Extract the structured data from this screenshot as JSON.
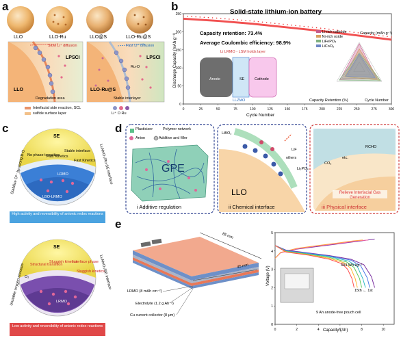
{
  "panels": {
    "a": "a",
    "b": "b",
    "c": "c",
    "d": "d",
    "e": "e"
  },
  "panel_a": {
    "spheres": [
      "LLO",
      "LLO-Ru",
      "LLO@S",
      "LLO-Ru@S"
    ],
    "left_box": {
      "label_llo": "LLO",
      "label_lpsci": "LPSCI",
      "slow_diffusion": "Slow Li⁺ diffusion",
      "caption": "Degradation area"
    },
    "right_box": {
      "label_llo": "LLO-Ru@S",
      "label_lpsci": "LPSCI",
      "fast_diffusion": "Fast Li⁺ diffusion",
      "ru_o": "Ru-O",
      "caption": "Stable interlayer"
    },
    "legend": {
      "interfacial": "Interfacial side reaction, SCL",
      "sulfide": "sulfide surface layer",
      "atoms": "Li⁺  O  Ru"
    }
  },
  "panel_b": {
    "title": "Solid-state lithium-ion battery",
    "capacity_retention": "Capacity retention: 73.4%",
    "coulombic": "Average Coulombic efficiency: 98.9%",
    "battery_label": "Li  LRMO - LSM holds layer",
    "anode": "Anode",
    "se": "SE",
    "cathode": "Cathode",
    "sublabel": "LLZMO",
    "legend": [
      "Li-rich cathode",
      "Ni-rich oxide",
      "LiFePO₄",
      "LiCoO₂"
    ],
    "radar_axes": [
      "Capacity (mAh g⁻¹)",
      "Capacity Retention (%)",
      "Cycle Number"
    ]
  },
  "chart_data": {
    "type": "line",
    "title": "Solid-state lithium-ion battery",
    "xlabel": "Cycle Number",
    "ylabel": "Discharge Capacity (mAh g⁻¹)",
    "xlim": [
      0,
      300
    ],
    "ylim": [
      0,
      250
    ],
    "x_ticks": [
      "0",
      "25",
      "50",
      "75",
      "100",
      "125",
      "150",
      "175",
      "200",
      "225",
      "250",
      "275",
      "300"
    ],
    "y_ticks": [
      "0",
      "50",
      "100",
      "150",
      "200",
      "250"
    ],
    "series": [
      {
        "x": [
          0,
          50,
          100,
          150,
          200,
          250,
          300
        ],
        "y": [
          236,
          230,
          222,
          212,
          202,
          190,
          178
        ]
      }
    ]
  },
  "panel_c": {
    "top": {
      "se": "SE",
      "fast_kinetics_1": "Fast Kinetics",
      "fast_kinetics_2": "Fast Kinetics",
      "stable": "Stable interface",
      "no_phase": "No phase transition",
      "lrmo": "LRMO",
      "bottom": "LBO-LRMO",
      "left_side": "Stabilize O²⁻ by strong B-O",
      "right_side": "Li₂MnO₃/Ru-SE interface",
      "caption": "High activity and reversibility of anionic redox reactions"
    },
    "bottom": {
      "se": "SE",
      "sluggish_1": "Sluggish kinetics",
      "sluggish_2": "Sluggish kinetics",
      "interface": "Interface phase",
      "structure": "Structural transition",
      "o2": "O₂",
      "lrmo": "LRMO",
      "left_side": "Unstable oxygen structure",
      "right_side": "Li₂MnO₃/SE interface",
      "caption": "Low activity and reversibility of anionic redox reactions"
    }
  },
  "panel_d": {
    "legend": {
      "plasticizer": "Plasticizer",
      "polymer": "Polymer network",
      "anion": "Anion",
      "additive": "Additive and filler"
    },
    "gpe": "GPE",
    "i_label": "i   Additive regulation",
    "ii": {
      "libo": "LiBO₂",
      "lif": "LiF",
      "others": "others",
      "li3po4": "Li₃PO₄",
      "llo": "LLO",
      "label": "ii   Chemical interface"
    },
    "iii": {
      "rcho": "RCHO",
      "co2": "CO₂",
      "etc": "etc.",
      "relieve": "Relieve Interfacial Gas Generation",
      "label": "iii   Physical interface"
    }
  },
  "panel_e": {
    "dim_85": "85 mm",
    "dim_45": "45 mm",
    "lrmo": "LRMO (8 mAh cm⁻²)",
    "electrolyte": "Electrolyte (1.2 g Ah⁻¹)",
    "cu": "Cu current collector (8 μm)",
    "energy": "604 Wh kg⁻¹",
    "cycles": "15th ← 1st",
    "cell": "9 Ah anode-free pouch cell",
    "xlabel": "Capacity (Ah)",
    "ylabel": "Voltage (V)",
    "x_ticks": [
      "0",
      "2",
      "4",
      "6",
      "8",
      "10"
    ],
    "y_ticks": [
      "0",
      "1",
      "2",
      "3",
      "4",
      "5"
    ],
    "charge_curves": [
      {
        "x": [
          0,
          0.5,
          2,
          4,
          6,
          8,
          9.2
        ],
        "y": [
          3.6,
          3.9,
          4.1,
          4.25,
          4.4,
          4.55,
          4.65
        ],
        "color": "#7a2ea0"
      },
      {
        "x": [
          0,
          0.5,
          2,
          4,
          6,
          7.6,
          8.6
        ],
        "y": [
          3.6,
          3.9,
          4.12,
          4.28,
          4.42,
          4.55,
          4.6
        ],
        "color": "#ff6aa8"
      },
      {
        "x": [
          0,
          0.5,
          2,
          4,
          6,
          7.2,
          8.1
        ],
        "y": [
          3.6,
          3.92,
          4.14,
          4.3,
          4.45,
          4.55,
          4.6
        ],
        "color": "#ffa040"
      }
    ],
    "discharge_curves": [
      {
        "x": [
          0,
          1,
          3,
          5,
          7,
          8.2,
          8.9,
          9.2
        ],
        "y": [
          4.3,
          4.05,
          3.9,
          3.75,
          3.55,
          3.25,
          2.6,
          2.0
        ],
        "color": "#7a2ea0"
      },
      {
        "x": [
          0,
          1,
          3,
          5,
          7,
          7.9,
          8.5,
          8.75
        ],
        "y": [
          4.3,
          4.02,
          3.88,
          3.72,
          3.5,
          3.2,
          2.55,
          2.0
        ],
        "color": "#4878e8"
      },
      {
        "x": [
          0,
          1,
          3,
          5,
          6.8,
          7.6,
          8.1,
          8.35
        ],
        "y": [
          4.3,
          4.0,
          3.85,
          3.7,
          3.45,
          3.15,
          2.5,
          2.0
        ],
        "color": "#2fb8c8"
      },
      {
        "x": [
          0,
          1,
          3,
          5,
          6.6,
          7.3,
          7.8,
          8.0
        ],
        "y": [
          4.3,
          3.98,
          3.83,
          3.65,
          3.4,
          3.1,
          2.5,
          2.0
        ],
        "color": "#5cc85c"
      },
      {
        "x": [
          0,
          1,
          3,
          5,
          6.4,
          7.0,
          7.4,
          7.6
        ],
        "y": [
          4.3,
          3.96,
          3.8,
          3.6,
          3.35,
          3.05,
          2.5,
          2.0
        ],
        "color": "#ffb52e"
      },
      {
        "x": [
          0,
          1,
          3,
          5,
          6.2,
          6.7,
          7.1,
          7.3
        ],
        "y": [
          4.3,
          3.94,
          3.78,
          3.55,
          3.3,
          3.0,
          2.5,
          2.0
        ],
        "color": "#ff4d4d"
      }
    ]
  }
}
